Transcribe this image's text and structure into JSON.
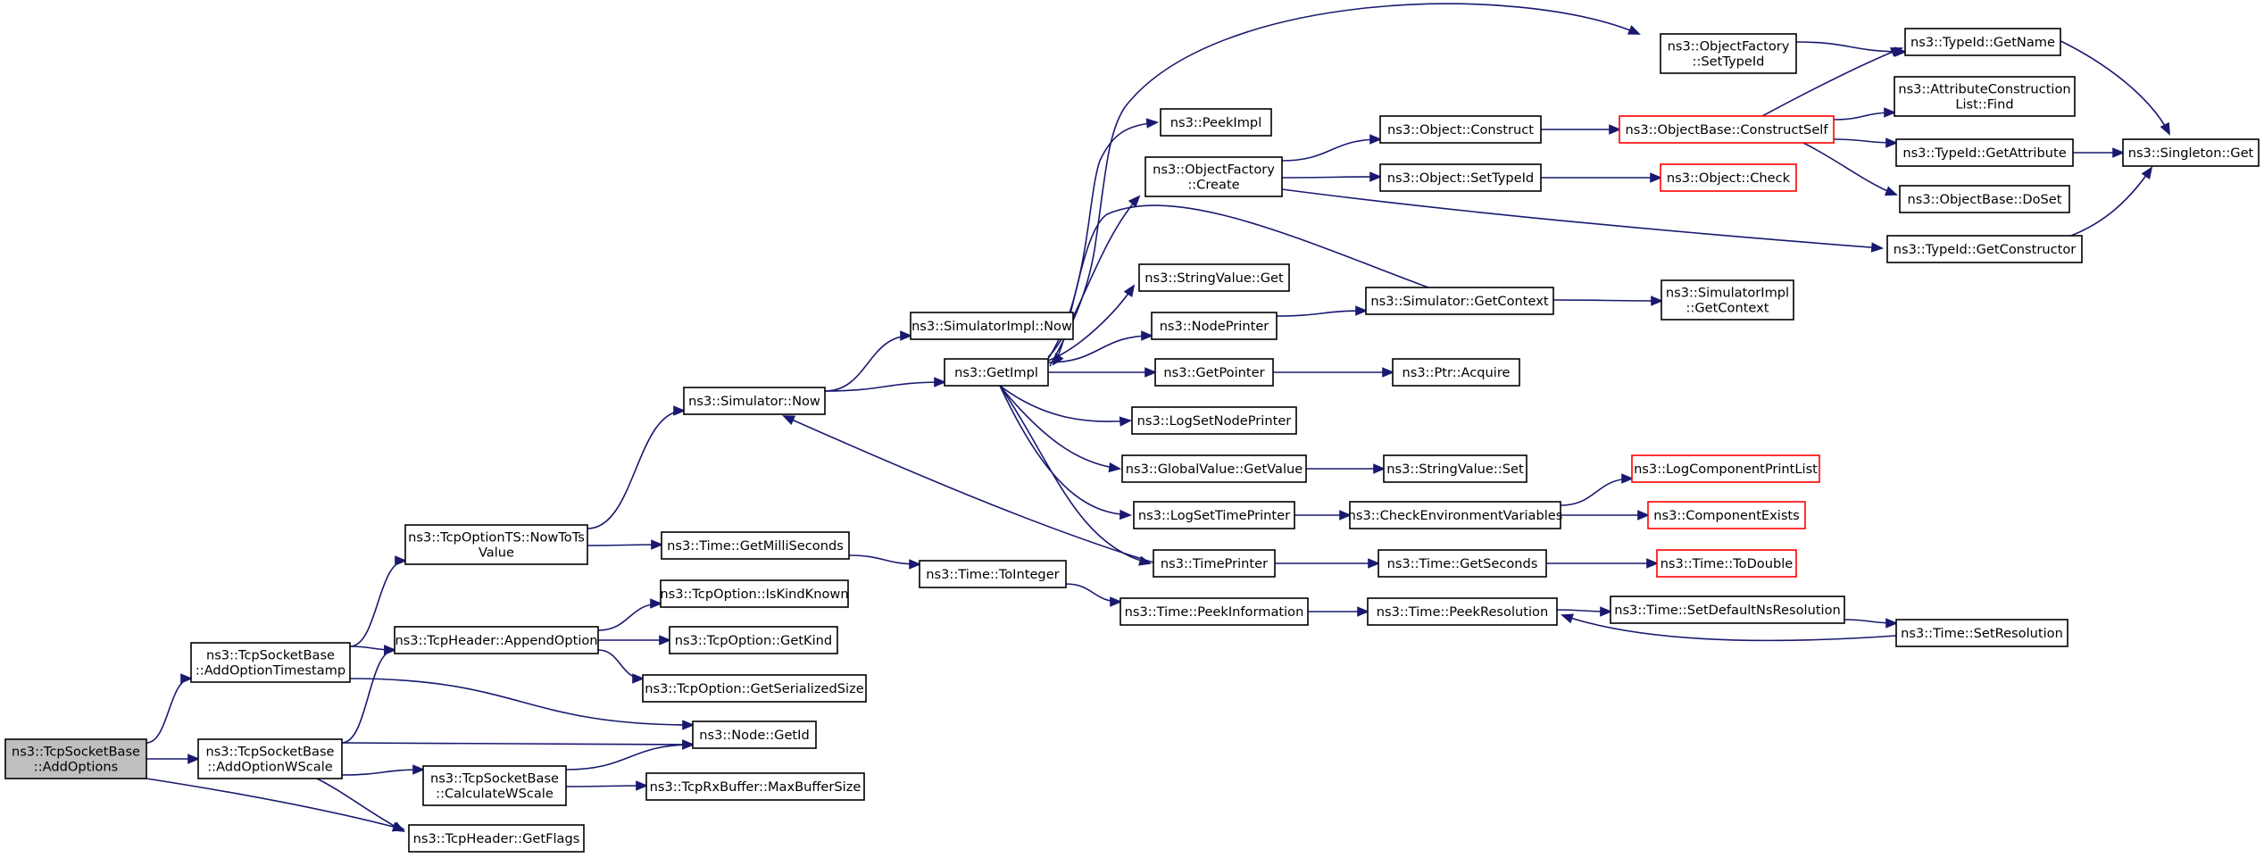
{
  "colors": {
    "edge": "#191970",
    "border": "#000000",
    "highlight_border": "#ff0000",
    "root_fill": "#bfbfbf",
    "fill": "#ffffff"
  },
  "nodes": [
    {
      "id": "n0",
      "lines": [
        "ns3::TcpSocketBase",
        "::AddOptions"
      ],
      "root": true
    },
    {
      "id": "n1",
      "lines": [
        "ns3::TcpSocketBase",
        "::AddOptionTimestamp"
      ]
    },
    {
      "id": "n2",
      "lines": [
        "ns3::TcpSocketBase",
        "::AddOptionWScale"
      ]
    },
    {
      "id": "n3",
      "lines": [
        "ns3::TcpHeader::GetFlags"
      ]
    },
    {
      "id": "n4",
      "lines": [
        "ns3::TcpOptionTS::NowToTs",
        "Value"
      ]
    },
    {
      "id": "n5",
      "lines": [
        "ns3::TcpHeader::AppendOption"
      ]
    },
    {
      "id": "n6",
      "lines": [
        "ns3::Node::GetId"
      ]
    },
    {
      "id": "n7",
      "lines": [
        "ns3::TcpSocketBase",
        "::CalculateWScale"
      ]
    },
    {
      "id": "n8",
      "lines": [
        "ns3::Simulator::Now"
      ]
    },
    {
      "id": "n9",
      "lines": [
        "ns3::Time::GetMilliSeconds"
      ]
    },
    {
      "id": "n10",
      "lines": [
        "ns3::TcpOption::IsKindKnown"
      ]
    },
    {
      "id": "n11",
      "lines": [
        "ns3::TcpOption::GetKind"
      ]
    },
    {
      "id": "n12",
      "lines": [
        "ns3::TcpOption::GetSerializedSize"
      ]
    },
    {
      "id": "n13",
      "lines": [
        "ns3::TcpRxBuffer::MaxBufferSize"
      ]
    },
    {
      "id": "n14",
      "lines": [
        "ns3::SimulatorImpl::Now"
      ]
    },
    {
      "id": "n15",
      "lines": [
        "ns3::GetImpl"
      ]
    },
    {
      "id": "n16",
      "lines": [
        "ns3::Time::ToInteger"
      ]
    },
    {
      "id": "n17",
      "lines": [
        "ns3::PeekImpl"
      ]
    },
    {
      "id": "n18",
      "lines": [
        "ns3::ObjectFactory",
        "::Create"
      ]
    },
    {
      "id": "n19",
      "lines": [
        "ns3::StringValue::Get"
      ]
    },
    {
      "id": "n20",
      "lines": [
        "ns3::NodePrinter"
      ]
    },
    {
      "id": "n21",
      "lines": [
        "ns3::GetPointer"
      ]
    },
    {
      "id": "n22",
      "lines": [
        "ns3::LogSetNodePrinter"
      ]
    },
    {
      "id": "n23",
      "lines": [
        "ns3::GlobalValue::GetValue"
      ]
    },
    {
      "id": "n24",
      "lines": [
        "ns3::LogSetTimePrinter"
      ]
    },
    {
      "id": "n25",
      "lines": [
        "ns3::TimePrinter"
      ]
    },
    {
      "id": "n26",
      "lines": [
        "ns3::Time::PeekInformation"
      ]
    },
    {
      "id": "n27",
      "lines": [
        "ns3::ObjectFactory",
        "::SetTypeId"
      ]
    },
    {
      "id": "n28",
      "lines": [
        "ns3::Object::Construct"
      ]
    },
    {
      "id": "n29",
      "lines": [
        "ns3::Object::SetTypeId"
      ]
    },
    {
      "id": "n30",
      "lines": [
        "ns3::Simulator::GetContext"
      ]
    },
    {
      "id": "n31",
      "lines": [
        "ns3::Ptr::Acquire"
      ]
    },
    {
      "id": "n32",
      "lines": [
        "ns3::StringValue::Set"
      ]
    },
    {
      "id": "n33",
      "lines": [
        "ns3::CheckEnvironmentVariables"
      ]
    },
    {
      "id": "n34",
      "lines": [
        "ns3::Time::GetSeconds"
      ]
    },
    {
      "id": "n35",
      "lines": [
        "ns3::Time::PeekResolution"
      ]
    },
    {
      "id": "n36",
      "lines": [
        "ns3::ObjectBase::ConstructSelf"
      ],
      "red": true
    },
    {
      "id": "n37",
      "lines": [
        "ns3::Object::Check"
      ],
      "red": true
    },
    {
      "id": "n38",
      "lines": [
        "ns3::SimulatorImpl",
        "::GetContext"
      ]
    },
    {
      "id": "n39",
      "lines": [
        "ns3::LogComponentPrintList"
      ],
      "red": true
    },
    {
      "id": "n40",
      "lines": [
        "ns3::ComponentExists"
      ],
      "red": true
    },
    {
      "id": "n41",
      "lines": [
        "ns3::Time::ToDouble"
      ],
      "red": true
    },
    {
      "id": "n42",
      "lines": [
        "ns3::Time::SetDefaultNsResolution"
      ]
    },
    {
      "id": "n43",
      "lines": [
        "ns3::Time::SetResolution"
      ]
    },
    {
      "id": "n44",
      "lines": [
        "ns3::TypeId::GetName"
      ]
    },
    {
      "id": "n45",
      "lines": [
        "ns3::AttributeConstruction",
        "List::Find"
      ]
    },
    {
      "id": "n46",
      "lines": [
        "ns3::TypeId::GetAttribute"
      ]
    },
    {
      "id": "n47",
      "lines": [
        "ns3::ObjectBase::DoSet"
      ]
    },
    {
      "id": "n48",
      "lines": [
        "ns3::TypeId::GetConstructor"
      ]
    },
    {
      "id": "n49",
      "lines": [
        "ns3::Singleton::Get"
      ]
    }
  ],
  "edges": [
    {
      "from": "n0",
      "to": "n1"
    },
    {
      "from": "n0",
      "to": "n2"
    },
    {
      "from": "n0",
      "to": "n3"
    },
    {
      "from": "n1",
      "to": "n4"
    },
    {
      "from": "n1",
      "to": "n5"
    },
    {
      "from": "n1",
      "to": "n6"
    },
    {
      "from": "n2",
      "to": "n5"
    },
    {
      "from": "n2",
      "to": "n6"
    },
    {
      "from": "n2",
      "to": "n7"
    },
    {
      "from": "n2",
      "to": "n3"
    },
    {
      "from": "n4",
      "to": "n8"
    },
    {
      "from": "n4",
      "to": "n9"
    },
    {
      "from": "n5",
      "to": "n10"
    },
    {
      "from": "n5",
      "to": "n11"
    },
    {
      "from": "n5",
      "to": "n12"
    },
    {
      "from": "n7",
      "to": "n6"
    },
    {
      "from": "n7",
      "to": "n13"
    },
    {
      "from": "n8",
      "to": "n14"
    },
    {
      "from": "n8",
      "to": "n15"
    },
    {
      "from": "n9",
      "to": "n16"
    },
    {
      "from": "n15",
      "to": "n17"
    },
    {
      "from": "n15",
      "to": "n18"
    },
    {
      "from": "n15",
      "to": "n19"
    },
    {
      "from": "n15",
      "to": "n20"
    },
    {
      "from": "n15",
      "to": "n21"
    },
    {
      "from": "n15",
      "to": "n22"
    },
    {
      "from": "n15",
      "to": "n23"
    },
    {
      "from": "n15",
      "to": "n24"
    },
    {
      "from": "n15",
      "to": "n25"
    },
    {
      "from": "n15",
      "to": "n27"
    },
    {
      "from": "n16",
      "to": "n26"
    },
    {
      "from": "n18",
      "to": "n28"
    },
    {
      "from": "n18",
      "to": "n29"
    },
    {
      "from": "n18",
      "to": "n48"
    },
    {
      "from": "n20",
      "to": "n30"
    },
    {
      "from": "n21",
      "to": "n31"
    },
    {
      "from": "n23",
      "to": "n32"
    },
    {
      "from": "n24",
      "to": "n33"
    },
    {
      "from": "n25",
      "to": "n34"
    },
    {
      "from": "n25",
      "to": "n8"
    },
    {
      "from": "n26",
      "to": "n35"
    },
    {
      "from": "n27",
      "to": "n44"
    },
    {
      "from": "n28",
      "to": "n36"
    },
    {
      "from": "n29",
      "to": "n37"
    },
    {
      "from": "n30",
      "to": "n38"
    },
    {
      "from": "n30",
      "to": "n15"
    },
    {
      "from": "n33",
      "to": "n39"
    },
    {
      "from": "n33",
      "to": "n40"
    },
    {
      "from": "n34",
      "to": "n41"
    },
    {
      "from": "n35",
      "to": "n42"
    },
    {
      "from": "n42",
      "to": "n43"
    },
    {
      "from": "n43",
      "to": "n35"
    },
    {
      "from": "n36",
      "to": "n44"
    },
    {
      "from": "n36",
      "to": "n45"
    },
    {
      "from": "n36",
      "to": "n46"
    },
    {
      "from": "n36",
      "to": "n47"
    },
    {
      "from": "n44",
      "to": "n49"
    },
    {
      "from": "n46",
      "to": "n49"
    },
    {
      "from": "n48",
      "to": "n49"
    }
  ]
}
